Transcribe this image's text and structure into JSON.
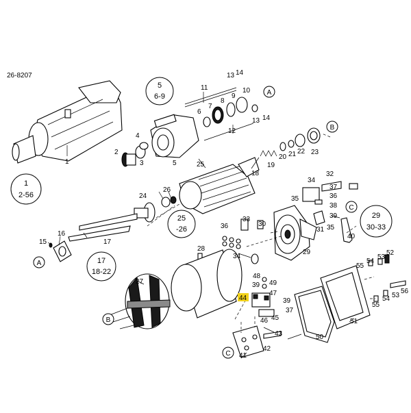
{
  "drawing_id": "26-8207",
  "highlight_color": "#f2d21b",
  "highlighted_label": "44",
  "groups": [
    {
      "top": "5",
      "bottom": "6-9"
    },
    {
      "top": "1",
      "bottom": "2-56"
    },
    {
      "top": "25",
      "bottom": "-26"
    },
    {
      "top": "17",
      "bottom": "18-22"
    },
    {
      "top": "29",
      "bottom": "30-33"
    }
  ],
  "refs": [
    "A",
    "B",
    "A",
    "B",
    "C",
    "C"
  ],
  "callouts": [
    "1",
    "2",
    "3",
    "4",
    "5",
    "6",
    "7",
    "8",
    "9",
    "10",
    "11",
    "12",
    "13",
    "14",
    "13",
    "14",
    "19",
    "20",
    "21",
    "22",
    "23",
    "18",
    "25",
    "24",
    "26",
    "15",
    "16",
    "17",
    "28",
    "27",
    "32",
    "34",
    "38",
    "35",
    "36",
    "37",
    "39",
    "31",
    "40",
    "33",
    "35",
    "36",
    "34",
    "30",
    "29",
    "29",
    "30-33",
    "53",
    "54",
    "52",
    "55",
    "56",
    "54",
    "53",
    "55",
    "51",
    "50",
    "48",
    "49",
    "39",
    "47",
    "46",
    "45",
    "37",
    "39",
    "43",
    "42",
    "41",
    "44"
  ]
}
